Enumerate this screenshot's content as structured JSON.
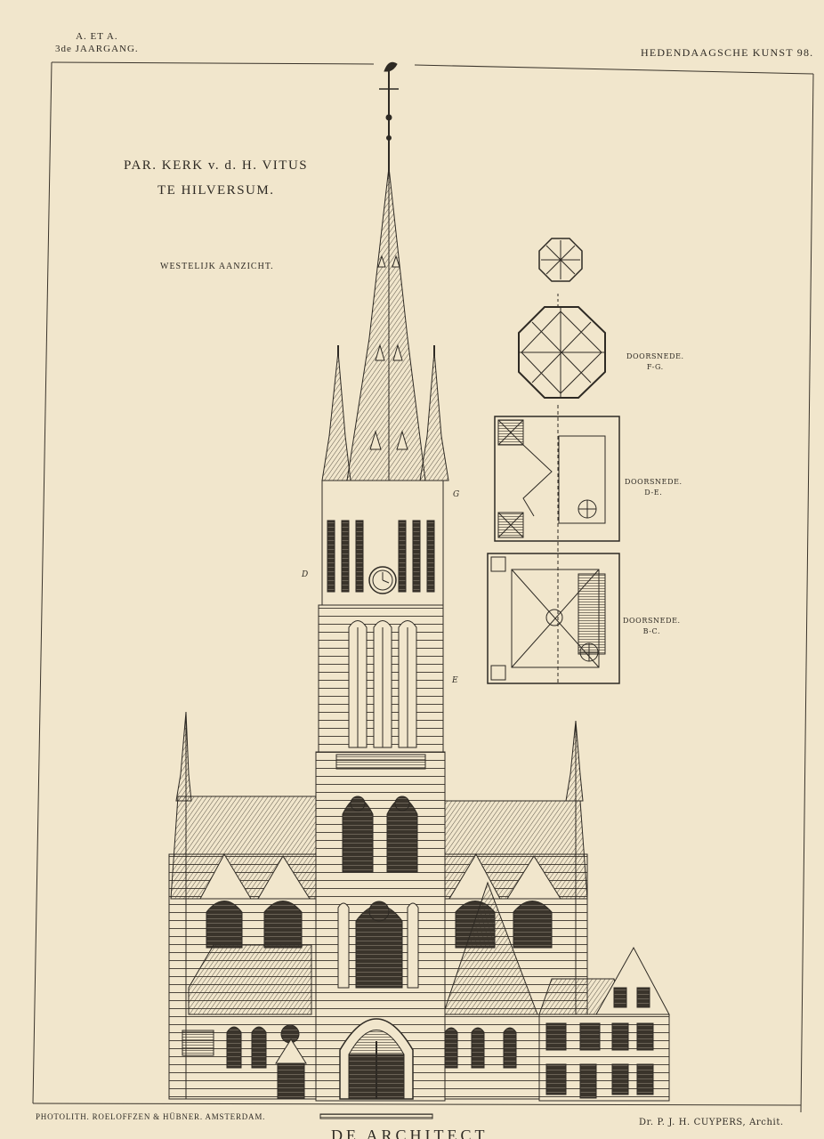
{
  "header": {
    "left_line1": "A. ET A.",
    "left_line2": "3de JAARGANG.",
    "right": "HEDENDAAGSCHE KUNST 98."
  },
  "title": {
    "line1": "PAR. KERK v. d. H. VITUS",
    "line2": "TE HILVERSUM."
  },
  "subtitle": "WESTELIJK AANZICHT.",
  "sections": [
    {
      "label": "DOORSNEDE.",
      "sub": "F-G."
    },
    {
      "label": "DOORSNEDE.",
      "sub": "D-E."
    },
    {
      "label": "DOORSNEDE.",
      "sub": "B-C."
    }
  ],
  "markers": {
    "g": "G",
    "d": "D",
    "e": "E"
  },
  "footer": {
    "left": "PHOTOLITH. ROELOFFZEN & HÜBNER. AMSTERDAM.",
    "right": "Dr. P. J. H. CUYPERS, Archit.",
    "bottom": "DE ARCHITECT"
  },
  "colors": {
    "paper": "#f1e6cc",
    "ink": "#2e2a24"
  }
}
